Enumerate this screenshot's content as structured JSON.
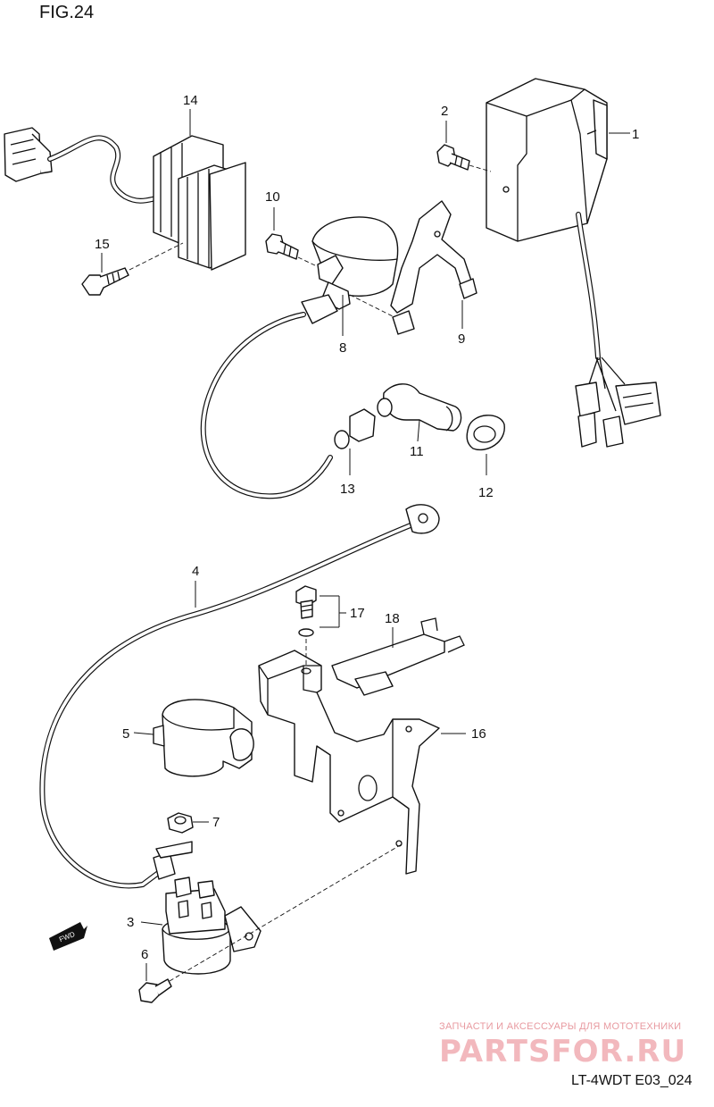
{
  "figure": {
    "title": "FIG.24",
    "code": "LT-4WDT E03_024"
  },
  "labels": {
    "p1": "1",
    "p2": "2",
    "p3": "3",
    "p4": "4",
    "p5": "5",
    "p6": "6",
    "p7": "7",
    "p8": "8",
    "p9": "9",
    "p10": "10",
    "p11": "11",
    "p12": "12",
    "p13": "13",
    "p14": "14",
    "p15": "15",
    "p16": "16",
    "p17": "17",
    "p18": "18"
  },
  "fwd_arrow": {
    "text": "FWD"
  },
  "watermark": {
    "tagline": "ЗАПЧАСТИ И АКСЕССУАРЫ ДЛЯ МОТОТЕХНИКИ",
    "brand": "PARTSFOR.RU",
    "color": "#e8868e"
  }
}
